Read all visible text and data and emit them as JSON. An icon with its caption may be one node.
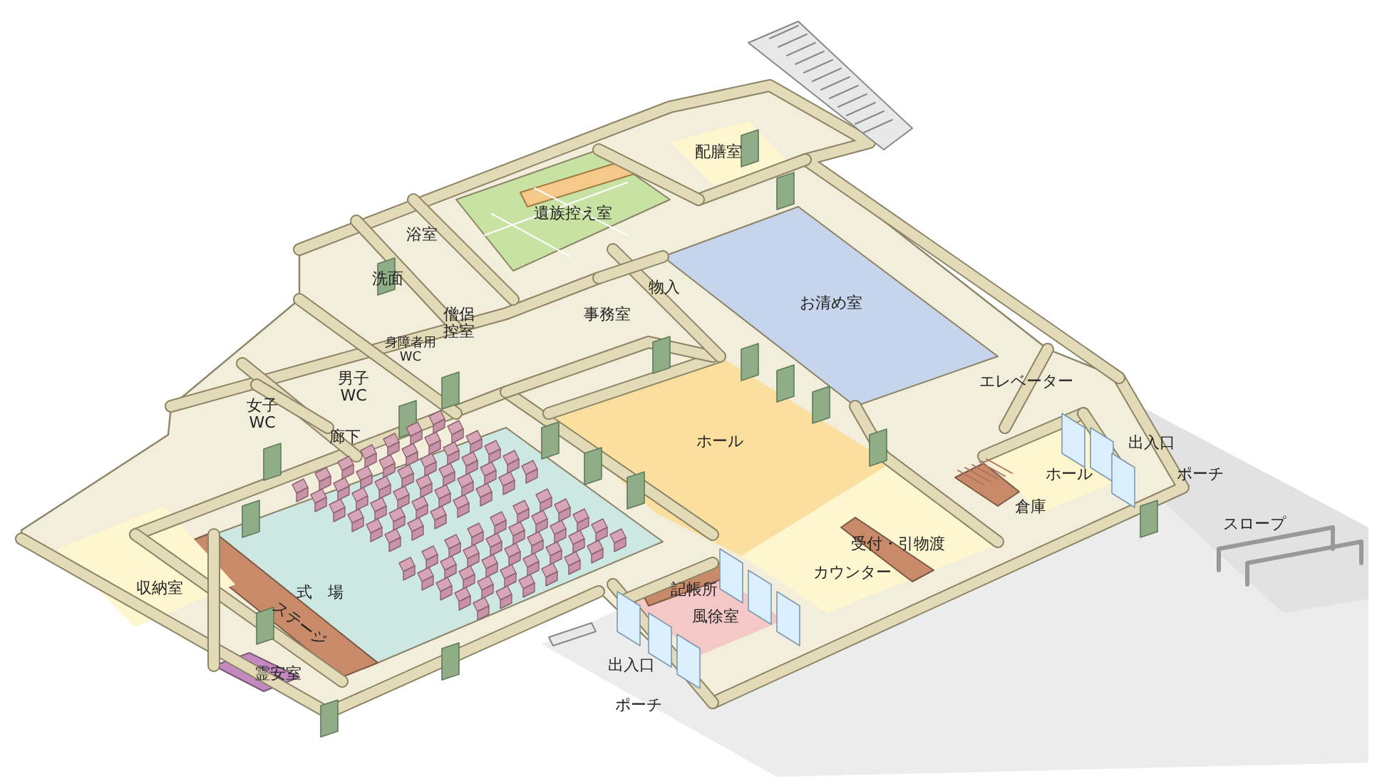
{
  "diagram": {
    "labels": [
      "配膳室",
      "遺族控え室",
      "浴室",
      "洗面",
      "物入",
      "お清め室",
      "事務室",
      "僧侶控室",
      "身障者用WC",
      "エレベーター",
      "男子WC",
      "女子WC",
      "廊下",
      "ホール",
      "出入口",
      "ポーチ",
      "ホール",
      "倉庫",
      "スロープ",
      "受付・引物渡",
      "カウンター",
      "収納室",
      "記帳所",
      "式場",
      "風徐室",
      "ステージ",
      "霊安室",
      "出入口",
      "ポーチ"
    ]
  }
}
